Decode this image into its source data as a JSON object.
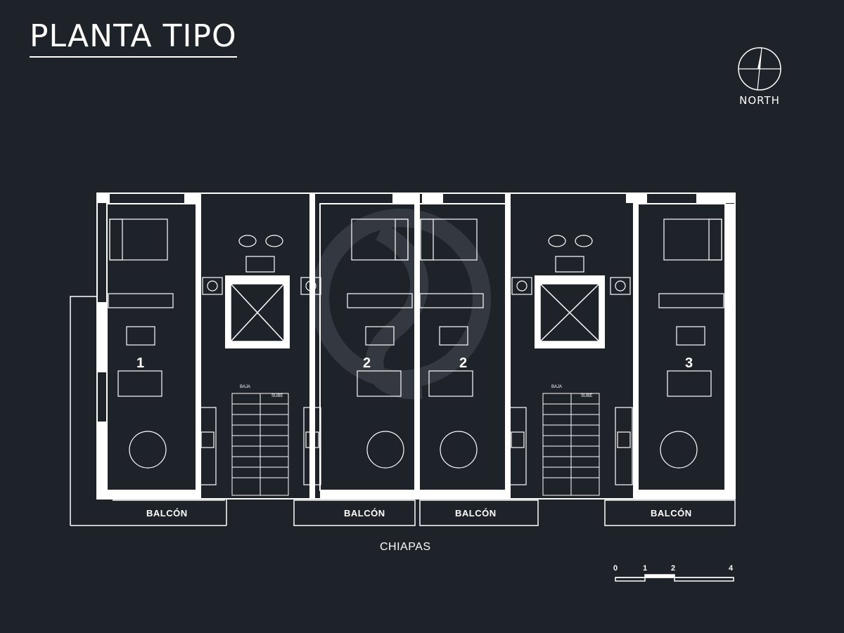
{
  "title": "PLANTA TIPO",
  "north_label": "NORTH",
  "street": "CHIAPAS",
  "units": [
    {
      "number": "1",
      "balcony": "BALCÓN"
    },
    {
      "number": "2",
      "balcony": "BALCÓN"
    },
    {
      "number": "2",
      "balcony": "BALCÓN"
    },
    {
      "number": "3",
      "balcony": "BALCÓN"
    }
  ],
  "stairs": [
    {
      "down": "BAJA",
      "up": "SUBE"
    },
    {
      "down": "BAJA",
      "up": "SUBE"
    }
  ],
  "scale_bar": [
    "0",
    "1",
    "2",
    "4"
  ],
  "colors": {
    "background": "#1e2229",
    "lines": "#ffffff",
    "watermark": "#3a3f47"
  }
}
